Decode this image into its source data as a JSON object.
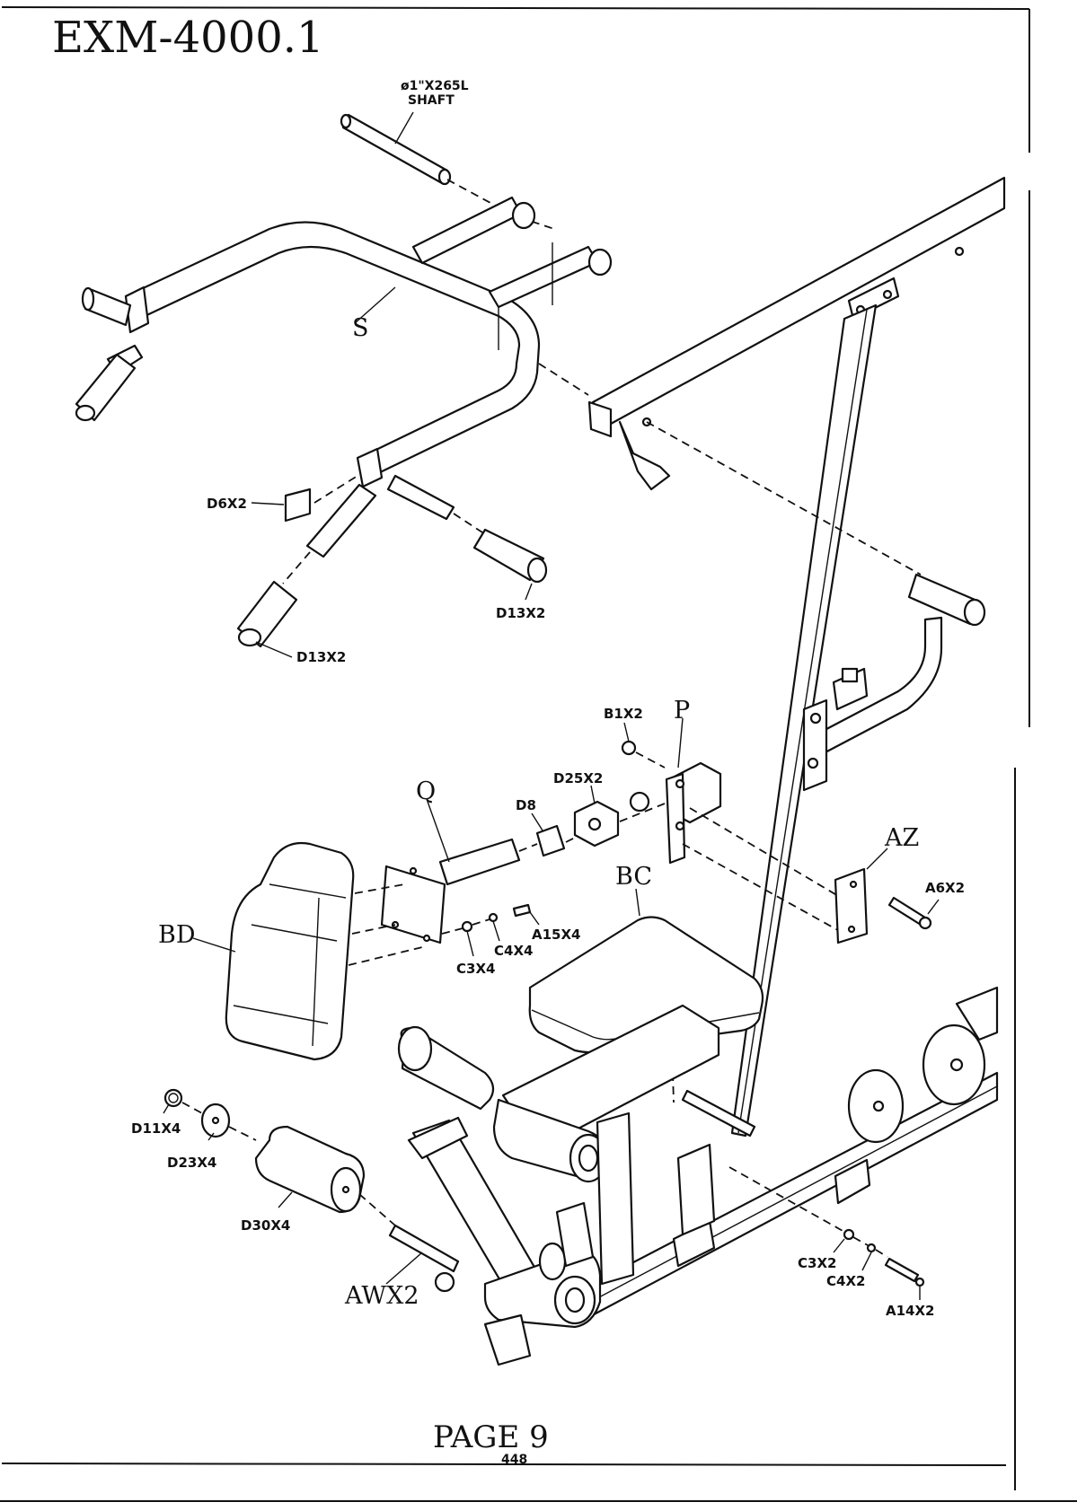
{
  "title": "EXM-4000.1",
  "footer": {
    "page": "PAGE 9",
    "number": "448"
  },
  "labels": {
    "shaft_line1": "ø1\"X265L",
    "shaft_line2": "SHAFT",
    "S": "S",
    "D6X2": "D6X2",
    "D13X2_a": "D13X2",
    "D13X2_b": "D13X2",
    "B1X2": "B1X2",
    "P": "P",
    "D25X2": "D25X2",
    "D8": "D8",
    "Q": "Q",
    "AZ": "AZ",
    "A6X2": "A6X2",
    "BC": "BC",
    "BD": "BD",
    "A15X4": "A15X4",
    "C4X4": "C4X4",
    "C3X4": "C3X4",
    "D11X4": "D11X4",
    "D23X4": "D23X4",
    "D30X4": "D30X4",
    "AWX2": "AWX2",
    "C3X2": "C3X2",
    "C4X2": "C4X2",
    "A14X2": "A14X2"
  }
}
